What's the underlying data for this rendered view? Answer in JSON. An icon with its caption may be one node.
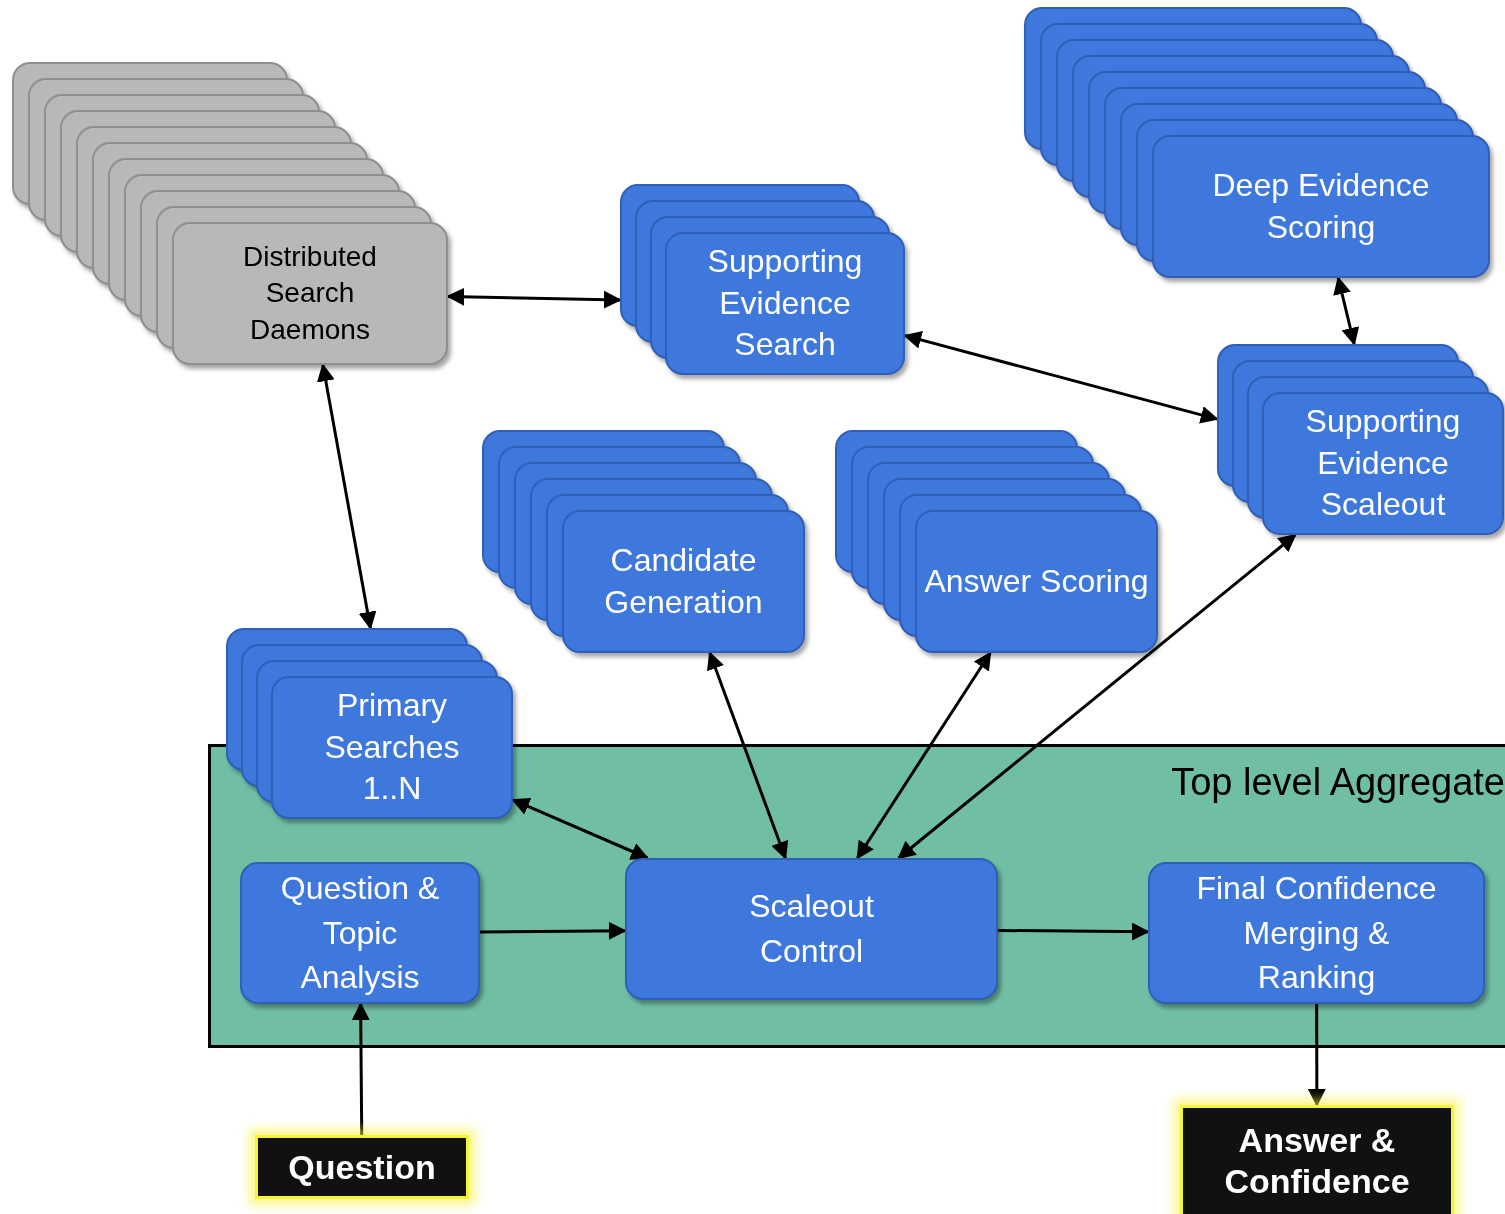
{
  "diagram": {
    "nodes": [
      {
        "text": [
          "Distributed Search Daemons"
        ]
      },
      {
        "text": [
          "Supporting Evidence Search"
        ]
      },
      {
        "text": [
          "Deep Evidence Scoring"
        ]
      },
      {
        "text": [
          "Supporting Evidence Scaleout"
        ]
      },
      {
        "text": [
          "Candidate Generation"
        ]
      },
      {
        "text": [
          "Answer Scoring"
        ]
      },
      {
        "text": [
          "Primary Searches 1..N"
        ]
      },
      {
        "text": [
          "Top level Aggregate"
        ]
      },
      {
        "text": [
          "Question & Topic Analysis"
        ],
        "in": 7
      },
      {
        "text": [
          "Scaleout Control"
        ],
        "in": 7
      },
      {
        "text": [
          "Final Confidence Merging & Ranking"
        ],
        "in": 7
      },
      {
        "text": [
          "Question"
        ]
      },
      {
        "text": [
          "Answer & Confidence"
        ]
      }
    ],
    "edges": [
      {
        "from": 0,
        "to": 1,
        "arrow": "both"
      },
      {
        "from": 1,
        "to": 3,
        "arrow": "both"
      },
      {
        "from": 2,
        "to": 3,
        "arrow": "both"
      },
      {
        "from": 0,
        "to": 6,
        "arrow": "both"
      },
      {
        "from": 6,
        "to": 9,
        "arrow": "both"
      },
      {
        "from": 4,
        "to": 9,
        "arrow": "both"
      },
      {
        "from": 5,
        "to": 9,
        "arrow": "both"
      },
      {
        "from": 3,
        "to": 9,
        "arrow": "both"
      },
      {
        "from": 8,
        "to": 9,
        "arrow": "to"
      },
      {
        "from": 9,
        "to": 10,
        "arrow": "to"
      },
      {
        "from": 11,
        "to": 8,
        "arrow": "to"
      },
      {
        "from": 10,
        "to": 12,
        "arrow": "to"
      }
    ]
  }
}
